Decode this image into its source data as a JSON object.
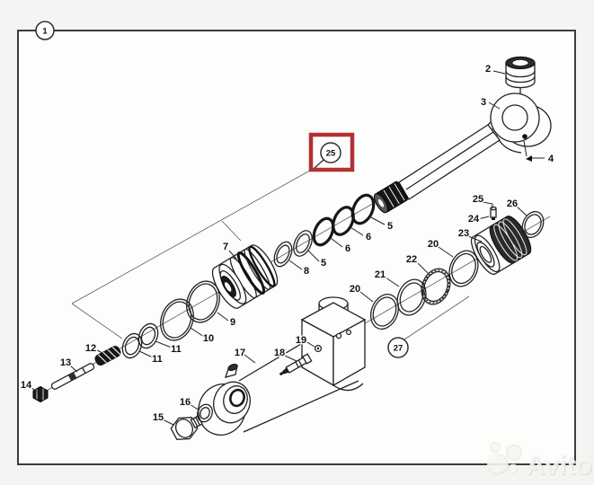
{
  "diagram": {
    "type": "exploded-parts-diagram",
    "subject": "hydraulic-cylinder-assembly",
    "balloons": {
      "frame": "1",
      "kit": "25",
      "group": "27"
    },
    "highlight": {
      "label": "25",
      "box_color": "#b23134"
    },
    "labels": {
      "p2": "2",
      "p3": "3",
      "p4": "4",
      "p5a": "5",
      "p5b": "5",
      "p6a": "6",
      "p6b": "6",
      "p7": "7",
      "p8": "8",
      "p9": "9",
      "p10": "10",
      "p11a": "11",
      "p11b": "11",
      "p12": "12",
      "p13": "13",
      "p14": "14",
      "p15": "15",
      "p16": "16",
      "p17": "17",
      "p18": "18",
      "p19": "19",
      "p20a": "20",
      "p20b": "20",
      "p21": "21",
      "p22": "22",
      "p23": "23",
      "p24": "24",
      "p25": "25",
      "p26": "26"
    }
  },
  "watermark": {
    "text": "Avito"
  }
}
